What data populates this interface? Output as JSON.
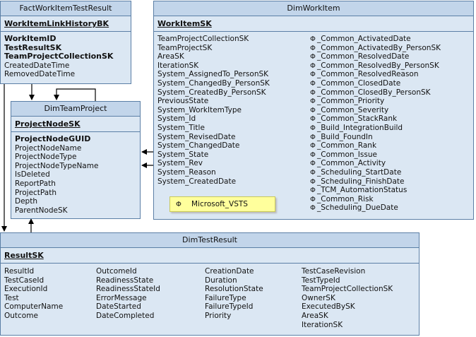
{
  "symbol": "Φ",
  "tables": {
    "fact": {
      "title": "FactWorkItemTestResult",
      "pk": "WorkItemLinkHistoryBK",
      "fields_bold": [
        "WorkItemID",
        "TestResultSK",
        "TeamProjectCollectionSK"
      ],
      "fields": [
        "CreatedDateTime",
        "RemovedDateTime"
      ]
    },
    "workitem": {
      "title": "DimWorkItem",
      "pk": "WorkItemSK",
      "col1": [
        "TeamProjectCollectionSK",
        "TeamProjectSK",
        "AreaSK",
        "IterationSK",
        "System_AssignedTo_PersonSK",
        "System_ChangedBy_PersonSK",
        "System_CreatedBy_PersonSK",
        "PreviousState",
        "System_WorkItemType",
        "System_Id",
        "System_Title",
        "System_RevisedDate",
        "System_ChangedDate",
        "System_State",
        "System_Rev",
        "System_Reason",
        "System_CreatedDate"
      ],
      "col2": [
        "_Common_ActivatedDate",
        "_Common_ActivatedBy_PersonSK",
        "_Common_ResolvedDate",
        "_Common_ResolvedBy_PersonSK",
        "_Common_ResolvedReason",
        "_Common_ClosedDate",
        "_Common_ClosedBy_PersonSK",
        "_Common_Priority",
        "_Common_Severity",
        "_Common_StackRank",
        "_Build_IntegrationBuild",
        "_Build_FoundIn",
        "_Common_Rank",
        "_Common_Issue",
        "_Common_Activity",
        "_Scheduling_StartDate",
        "_Scheduling_FinishDate",
        "_TCM_AutomationStatus",
        "_Common_Risk",
        "_Scheduling_DueDate"
      ]
    },
    "teamproject": {
      "title": "DimTeamProject",
      "pk": "ProjectNodeSK",
      "fields_bold": [
        "ProjectNodeGUID"
      ],
      "fields": [
        "ProjectNodeName",
        "ProjectNodeType",
        "ProjectNodeTypeName",
        "IsDeleted",
        "ReportPath",
        "ProjectPath",
        "Depth",
        "ParentNodeSK"
      ]
    },
    "testresult": {
      "title": "DimTestResult",
      "pk": "ResultSK",
      "col1": [
        "ResultId",
        "TestCaseId",
        "ExecutionId",
        "Test",
        "ComputerName",
        "Outcome"
      ],
      "col2": [
        "OutcomeId",
        "ReadinessState",
        "ReadinessStateId",
        "ErrorMessage",
        "DateStarted",
        "DateCompleted"
      ],
      "col3": [
        "CreationDate",
        "Duration",
        "ResolutionState",
        "FailureType",
        "FailureTypeId",
        "Priority"
      ],
      "col4": [
        "TestCaseRevision",
        "TestTypeId",
        "TeamProjectCollectionSK",
        "OwnerSK",
        "ExecutedBySK",
        "AreaSK",
        "IterationSK"
      ]
    }
  },
  "note": {
    "label": "Microsoft_VSTS"
  }
}
